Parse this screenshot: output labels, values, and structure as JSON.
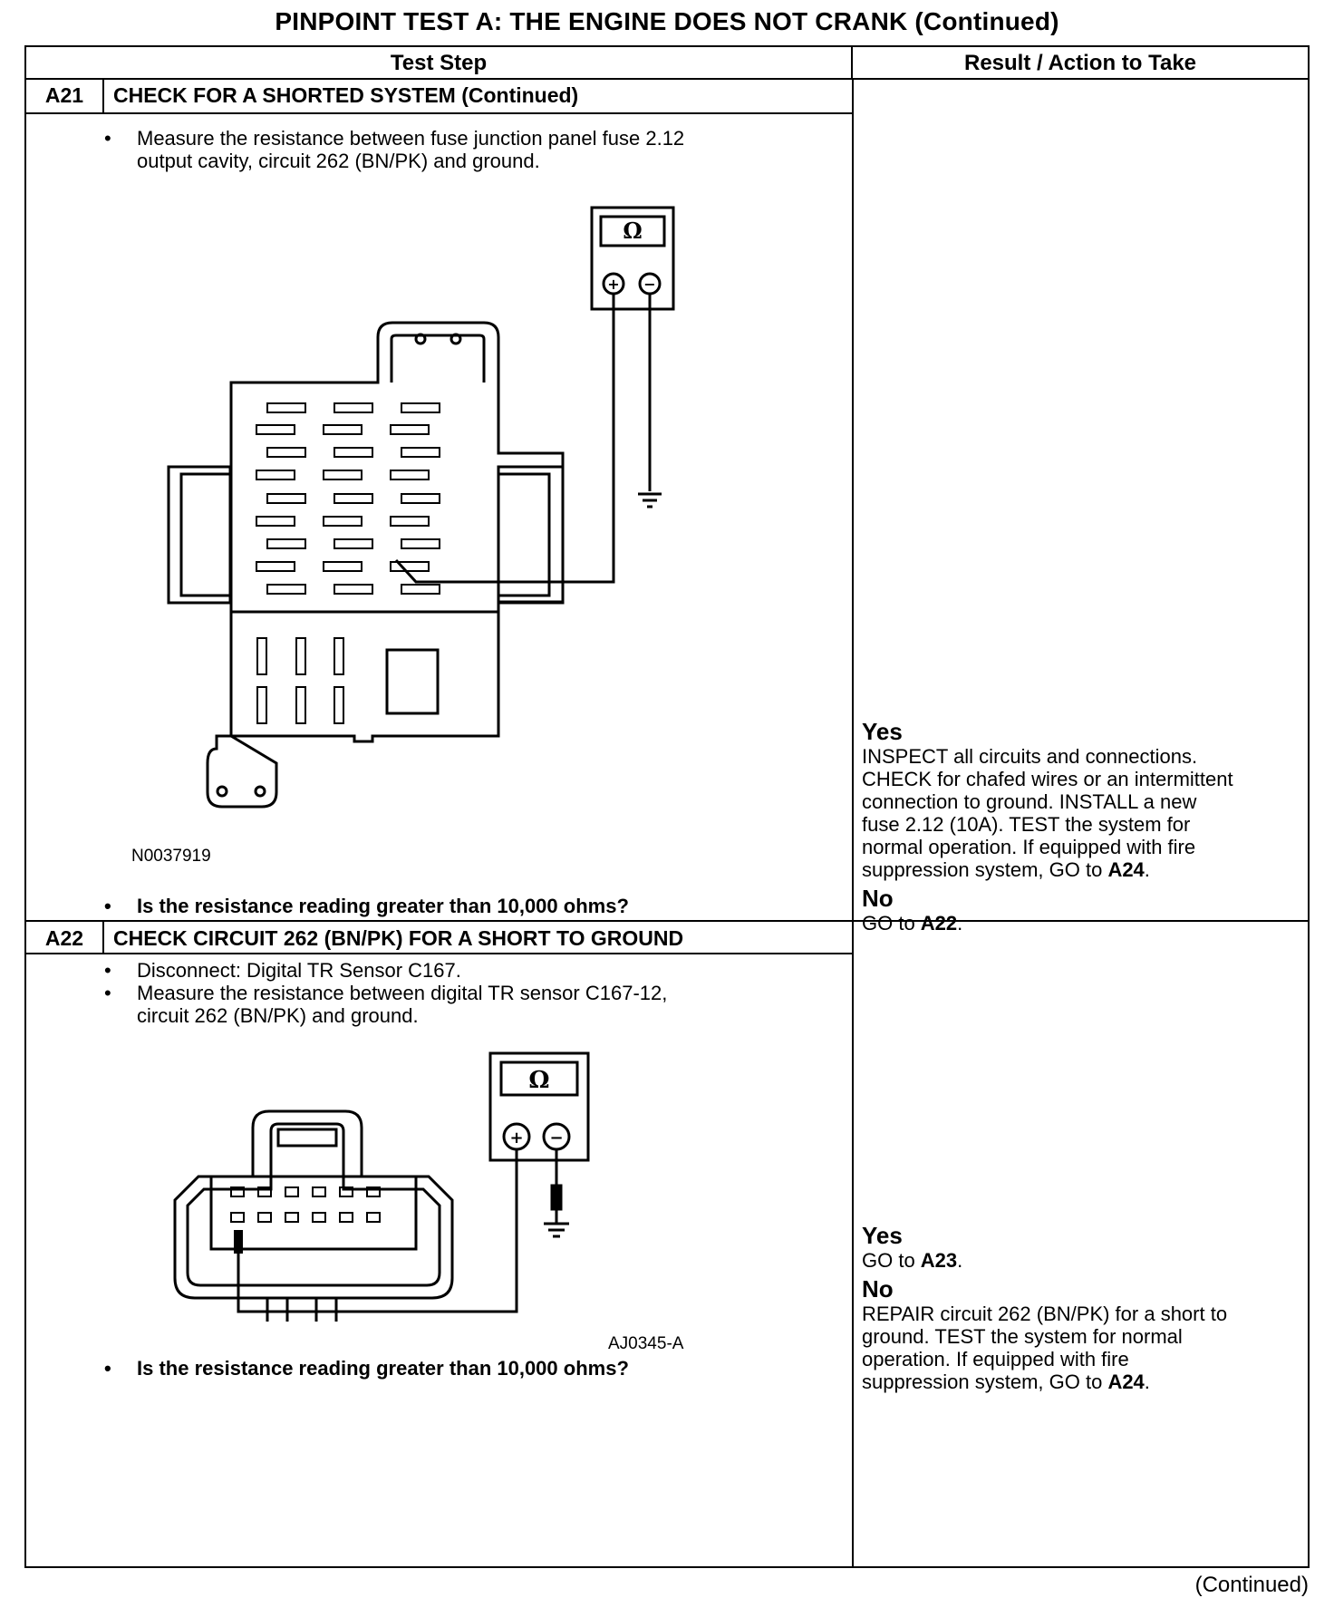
{
  "page_title": "PINPOINT TEST  A: THE ENGINE DOES NOT CRANK (Continued)",
  "table_headers": {
    "test_step": "Test Step",
    "result_action": "Result / Action to Take"
  },
  "steps": [
    {
      "id": "A21",
      "title": "CHECK FOR A SHORTED SYSTEM (Continued)",
      "instructions": [
        "Measure the resistance between fuse junction panel fuse 2.12\noutput cavity, circuit 262 (BN/PK) and ground."
      ],
      "figure_id": "N0037919",
      "question": "Is the resistance reading greater than 10,000 ohms?",
      "yes_label": "Yes",
      "yes_action": "INSPECT all circuits and connections.\nCHECK for chafed wires or an intermittent\nconnection to ground. INSTALL a new\nfuse 2.12 (10A). TEST the system for\nnormal operation. If equipped with fire\nsuppression system, GO to ",
      "yes_goto": "A24",
      "no_label": "No",
      "no_action": "GO to ",
      "no_goto": "A22"
    },
    {
      "id": "A22",
      "title": "CHECK CIRCUIT 262 (BN/PK) FOR A SHORT TO GROUND",
      "instructions": [
        "Disconnect: Digital TR Sensor C167.",
        "Measure the resistance between digital TR sensor C167-12,\ncircuit 262 (BN/PK) and ground."
      ],
      "figure_id": "AJ0345-A",
      "question": "Is the resistance reading greater than 10,000 ohms?",
      "yes_label": "Yes",
      "yes_action": "GO to ",
      "yes_goto": "A23",
      "no_label": "No",
      "no_action": "REPAIR circuit 262 (BN/PK) for a short to\nground. TEST the system for normal\noperation. If equipped with fire\nsuppression system, GO to ",
      "no_goto": "A24"
    }
  ],
  "meter_symbol": "Ω",
  "meter_plus": "+",
  "meter_minus": "−",
  "bullet_char": "•",
  "continued": "(Continued)"
}
